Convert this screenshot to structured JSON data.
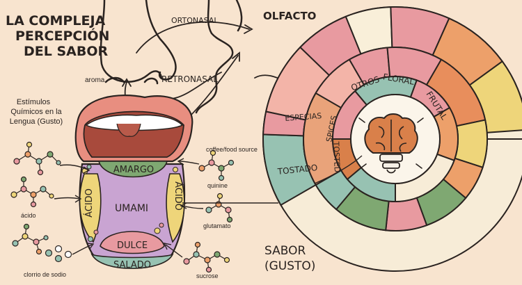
{
  "title": [
    "LA COMPLEJA",
    "PERCEPCIÓN",
    "DEL SABOR"
  ],
  "nose": {
    "ortonasal": "ORTONASAL",
    "retronasal": "RETRONASAL",
    "olfacto": "OLFACTO",
    "aroma": "aroma"
  },
  "tongue_note": [
    "Estímulos",
    "Químicos en la",
    "Lengua (Gusto)"
  ],
  "tongue_zones": {
    "amargo": "AMARGO",
    "acido_left": "ÁCIDO",
    "acido_right": "ÁCIDO",
    "umami": "UMAMI",
    "dulce": "DULCE",
    "salado": "SALADO"
  },
  "molecules": {
    "coffee": "coffee/food source",
    "quinine": "quinine",
    "glutamato": "glutamato",
    "sucrose": "sucrose",
    "acido": "ácido",
    "cloruro": "clorrio de sodio"
  },
  "wheel": {
    "inner_labels": {
      "otros": "OTROS",
      "spices": "SPICES",
      "tosted": "TOSTED"
    },
    "outer_labels": {
      "floral": "FLORAL",
      "frutal": "FRUTAL",
      "especias": "ESPECIAS",
      "tostado": "TOSTADO"
    },
    "center_icon": "brain-lightbulb-icon"
  },
  "sabor_label": [
    "SABOR",
    "(GUSTO)"
  ],
  "colors": {
    "background": "#f8e4cf",
    "outline": "#2a2320",
    "pink": "#e89aa0",
    "green": "#7fa872",
    "orange": "#eda06a",
    "teal": "#97c2b2",
    "yellow": "#eed57a",
    "lilac": "#c9a4d2",
    "brain": "#d9804a"
  }
}
